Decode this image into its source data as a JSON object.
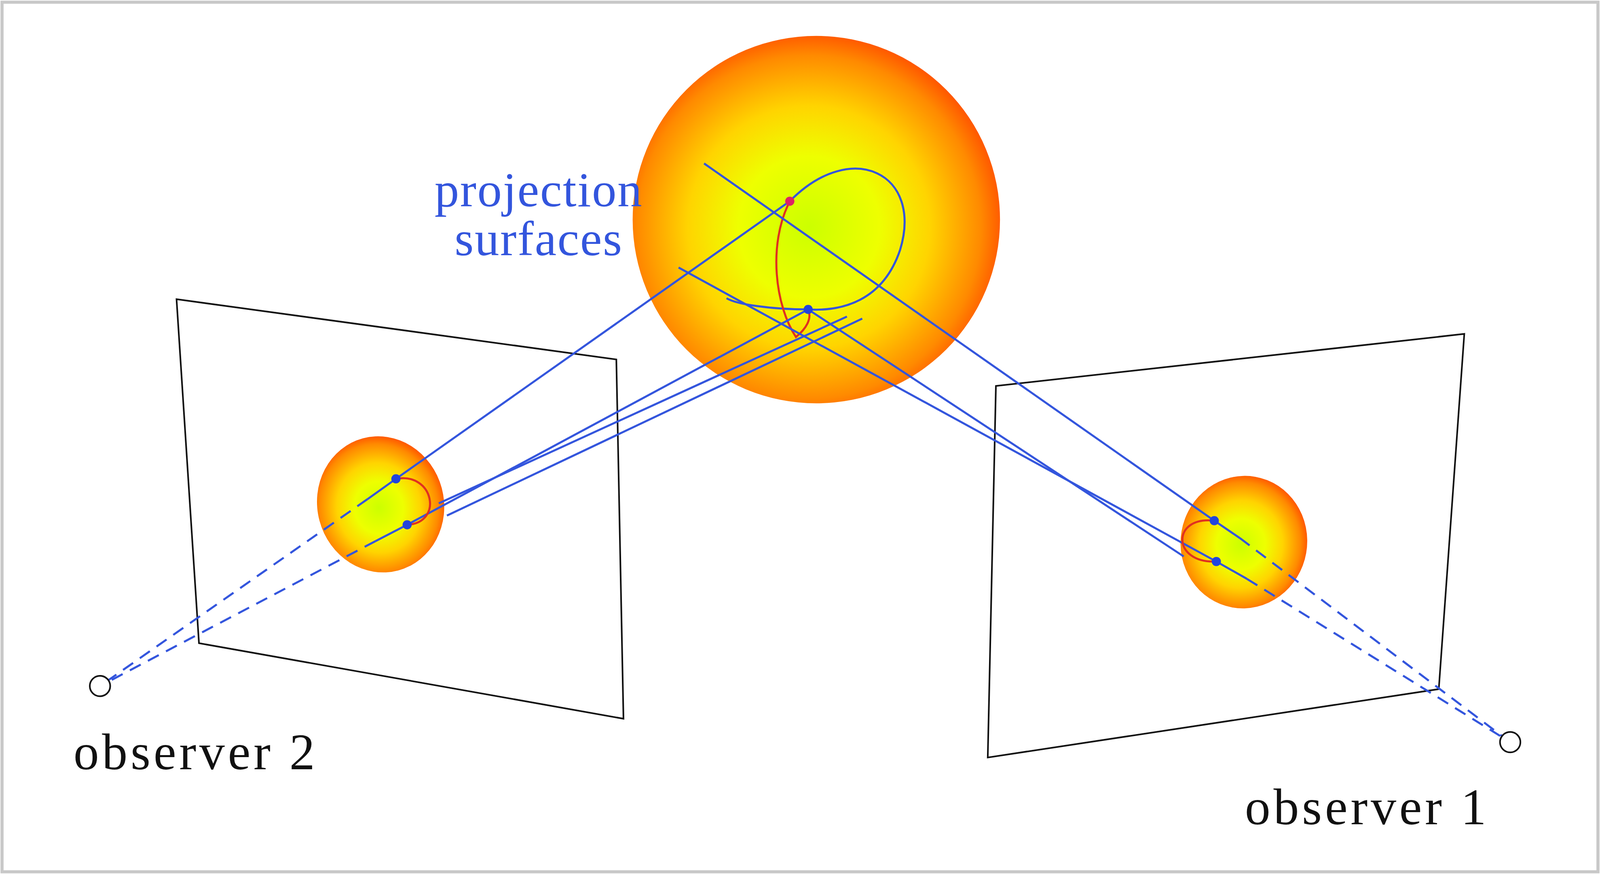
{
  "diagram": {
    "labels": [
      "projection surfaces",
      "observer 2",
      "observer 1"
    ]
  }
}
